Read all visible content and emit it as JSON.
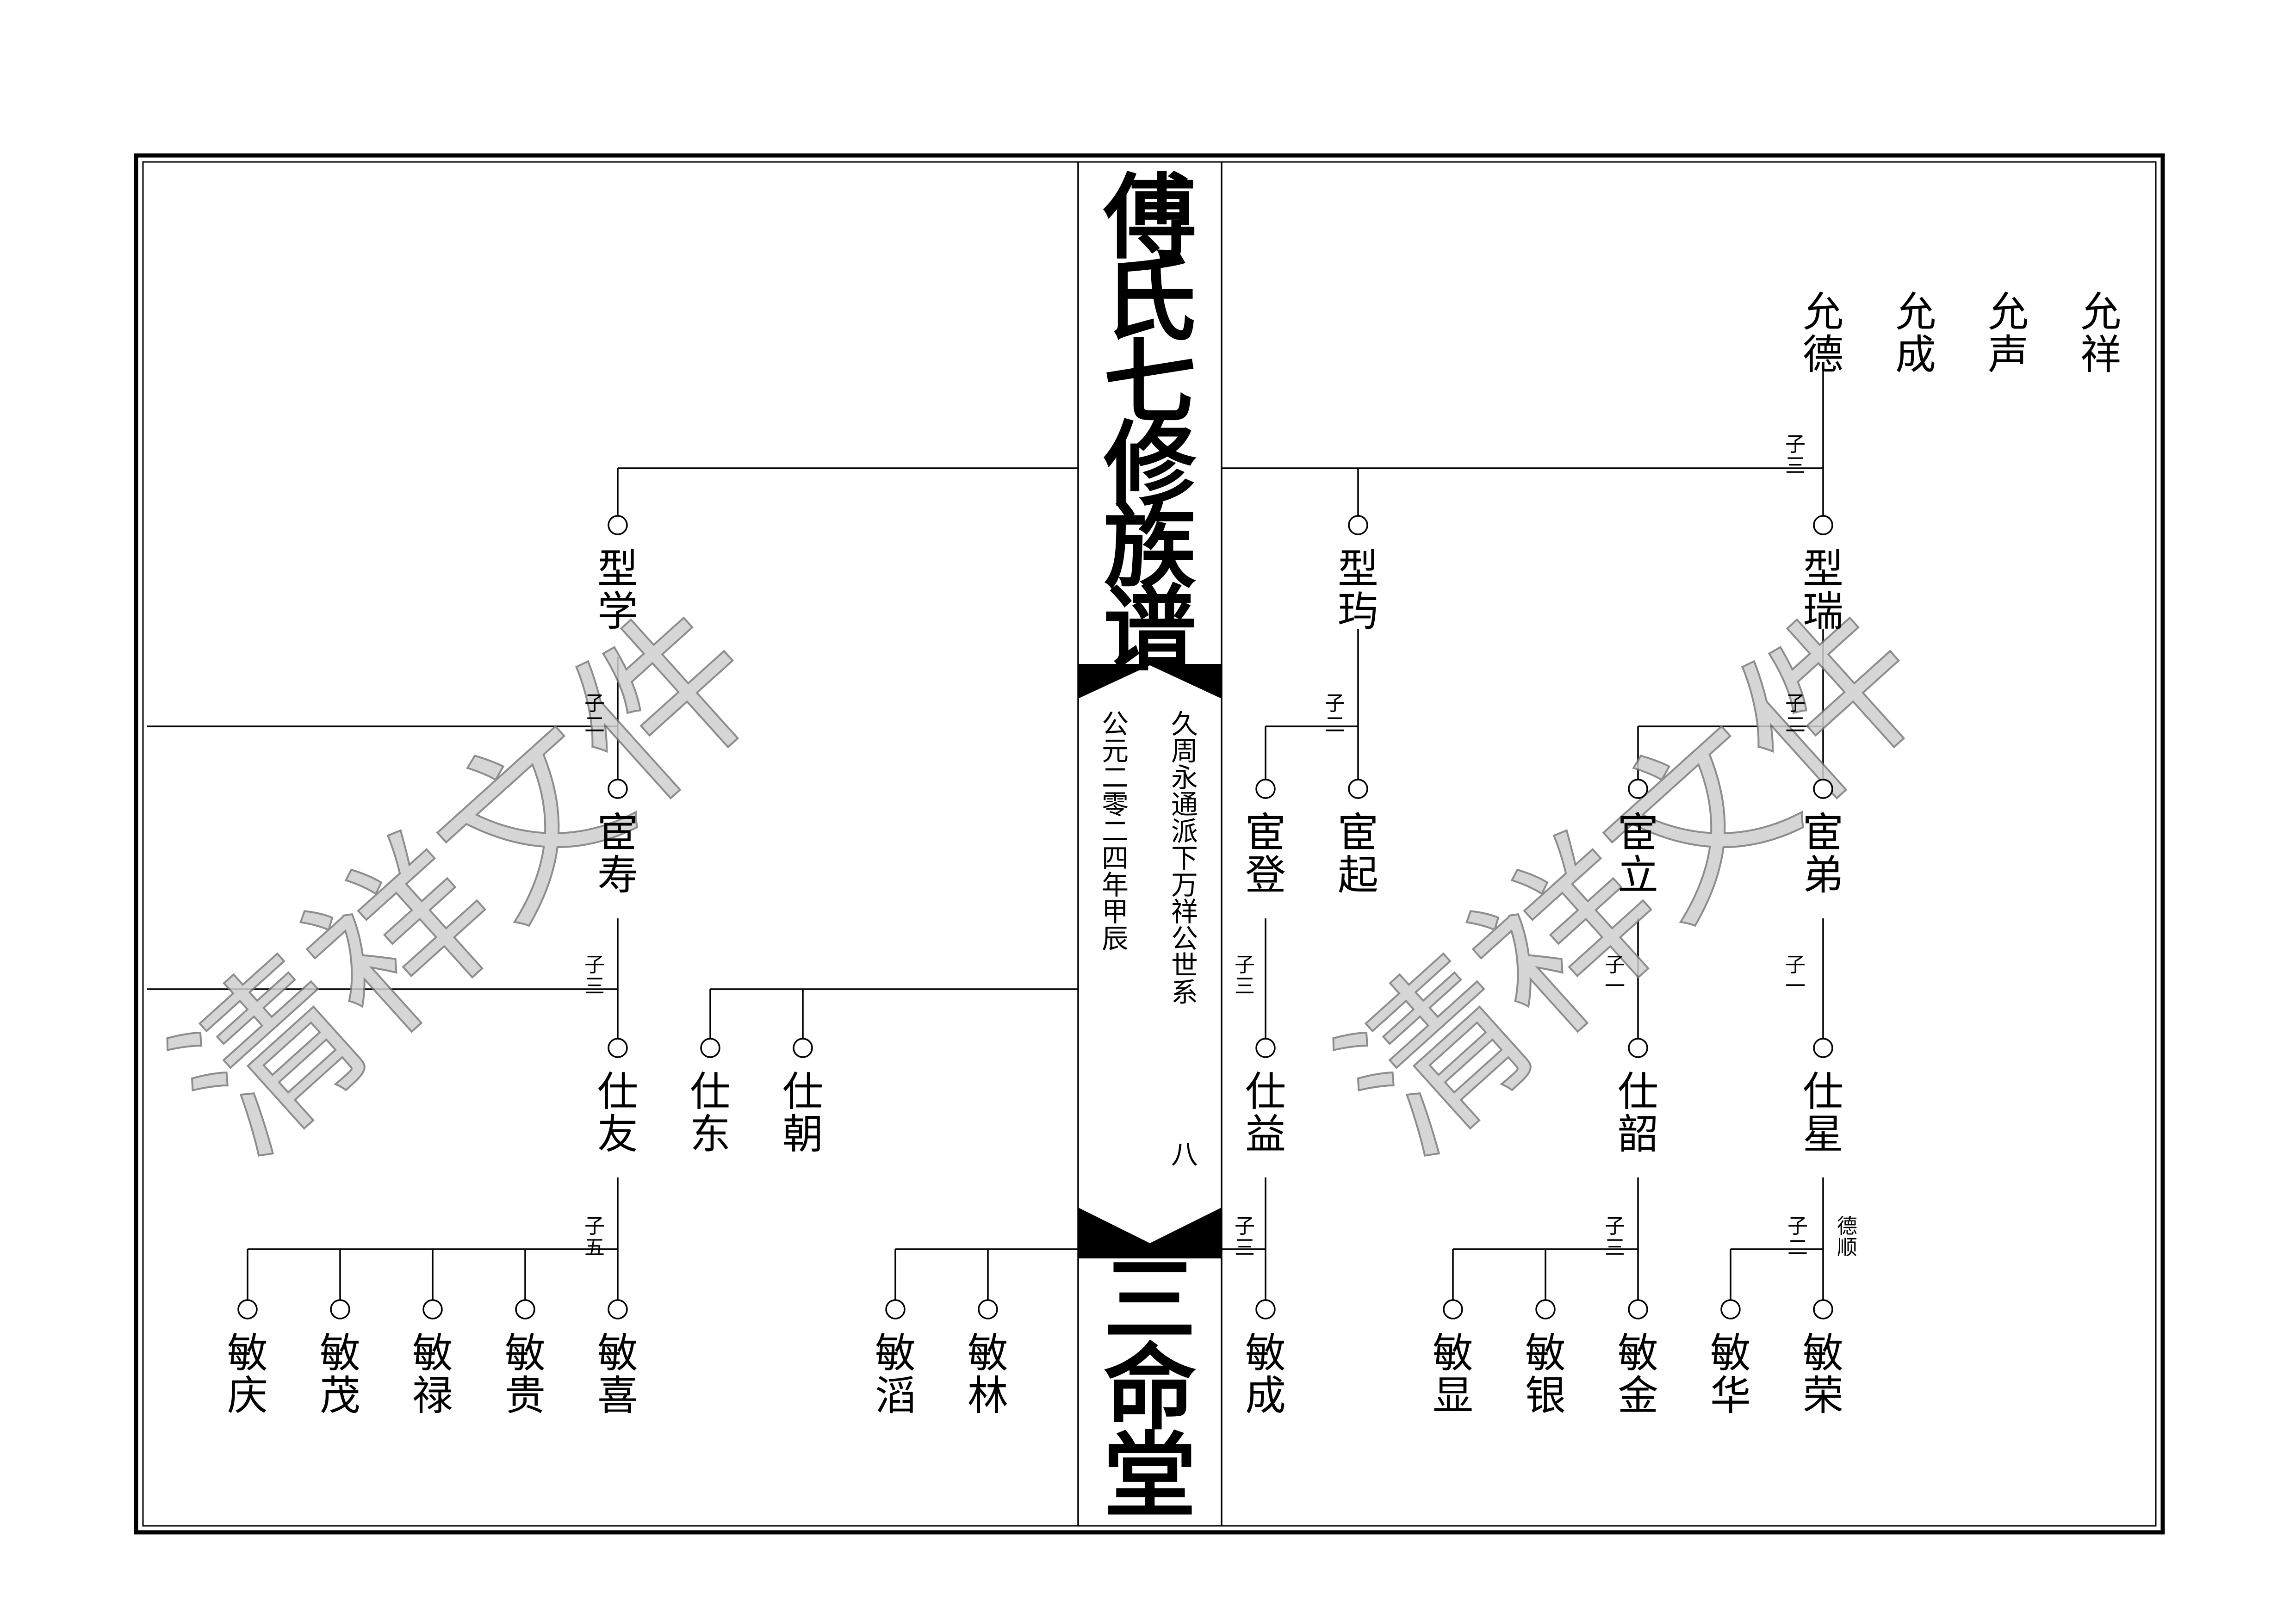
{
  "spine": {
    "title": "傅氏七修族谱",
    "hall": "三命堂",
    "lineage": "久周永通派下万祥公世系",
    "date": "公元二零二四年甲辰",
    "page_number": "八"
  },
  "watermark": "清祥文件",
  "right_page": {
    "ancestors": [
      "允德",
      "允成",
      "允声",
      "允祥"
    ],
    "branch_labels": {
      "yunde_sons": "子三",
      "xingrui_sons": "子二",
      "xingyu_sons": "子二",
      "huandi_sons": "子一",
      "huanli_sons": "子一",
      "huandeng_sons": "子三",
      "shixing_sons": "子二",
      "shishao_sons": "子三",
      "shiyi_sons": "子三"
    },
    "generation_1": [
      "型瑞",
      "型玙"
    ],
    "generation_2": [
      "宦弟",
      "宦立",
      "宦起",
      "宦登"
    ],
    "generation_3": [
      "仕星",
      "仕韶",
      "仕益"
    ],
    "generation_4": [
      "敏荣",
      "敏华",
      "敏金",
      "敏银",
      "敏显",
      "敏成"
    ],
    "note_de_shun": "德顺"
  },
  "left_page": {
    "branch_labels": {
      "xingxue_sons": "子二",
      "huanshou_sons": "子三",
      "shiyou_sons": "子五"
    },
    "generation_1": [
      "型学"
    ],
    "generation_2": [
      "宦寿"
    ],
    "generation_3": [
      "仕友",
      "仕东",
      "仕朝"
    ],
    "generation_4": [
      "敏喜",
      "敏贵",
      "敏禄",
      "敏茂",
      "敏庆",
      "敏林",
      "敏滔"
    ]
  }
}
